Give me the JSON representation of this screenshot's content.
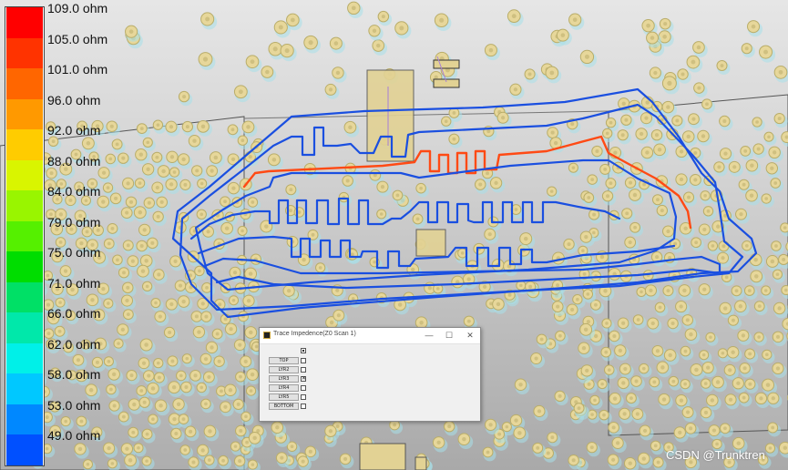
{
  "legend": {
    "items": [
      {
        "label": "109.0 ohm",
        "color": "#ff0000"
      },
      {
        "label": "105.0 ohm",
        "color": "#ff3300"
      },
      {
        "label": "101.0 ohm",
        "color": "#ff6600"
      },
      {
        "label": "96.0 ohm",
        "color": "#ff9900"
      },
      {
        "label": "92.0 ohm",
        "color": "#ffcc00"
      },
      {
        "label": "88.0 ohm",
        "color": "#d9f500"
      },
      {
        "label": "84.0 ohm",
        "color": "#99f500"
      },
      {
        "label": "79.0 ohm",
        "color": "#55f000"
      },
      {
        "label": "75.0 ohm",
        "color": "#00dd00"
      },
      {
        "label": "71.0 ohm",
        "color": "#00e066"
      },
      {
        "label": "66.0 ohm",
        "color": "#00e8aa"
      },
      {
        "label": "62.0 ohm",
        "color": "#00f0e8"
      },
      {
        "label": "58.0 ohm",
        "color": "#00c8ff"
      },
      {
        "label": "53.0 ohm",
        "color": "#0088ff"
      },
      {
        "label": "49.0 ohm",
        "color": "#0050ff"
      }
    ]
  },
  "dialog": {
    "title": "Trace Impedence(Z0 Scan 1)",
    "minimize": "—",
    "maximize": "☐",
    "close": "✕",
    "layers": [
      {
        "label": "TOP",
        "checked": false
      },
      {
        "label": "LYR2",
        "checked": false
      },
      {
        "label": "LYR3",
        "checked": true
      },
      {
        "label": "LYR4",
        "checked": false
      },
      {
        "label": "LYR5",
        "checked": false
      },
      {
        "label": "BOTTOM",
        "checked": false
      }
    ]
  },
  "watermark": "CSDN @Trunktren",
  "colors": {
    "trace_low": "#1a4fe0",
    "trace_high": "#ff4a14",
    "via_fill": "#e7d79a",
    "via_ring": "#b9ad6a",
    "via_halo": "#a8e0ea",
    "pad": "#e8d89a"
  }
}
